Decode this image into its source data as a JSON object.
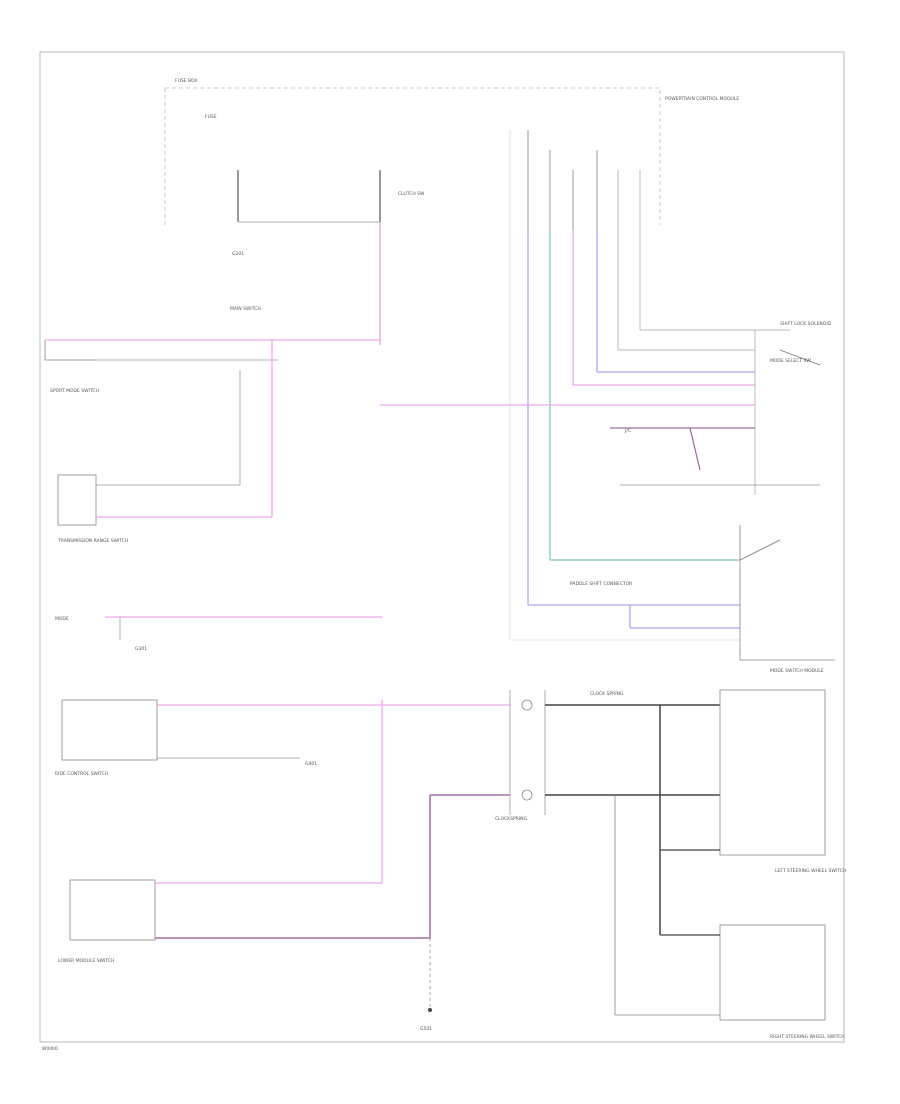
{
  "diagram": {
    "labels": {
      "fuse_box": "FUSE BOX",
      "fuse": "FUSE",
      "ground_left": "G201",
      "clutch_switch_right": "CLUTCH SW",
      "control_module": "POWERTRAIN CONTROL MODULE",
      "shift_lock_solenoid": "SHIFT LOCK SOLENOID",
      "mode_select": "MODE SELECT SW",
      "junction": "J/C",
      "transmission_switch": "TRANSMISSION RANGE SWITCH",
      "mode_connector": "MODE",
      "mode_ground": "G301",
      "sport_mode_switch": "SPORT MODE SWITCH",
      "main_switch_top": "MAIN SWITCH",
      "paddle_shift_connector": "PADDLE SHIFT CONNECTOR",
      "mode_switch_module": "MODE SWITCH MODULE",
      "ride_control_switch": "RIDE CONTROL SWITCH",
      "ride_ground": "G401",
      "clock_spring": "CLOCK SPRING",
      "clock_spring_label": "CLOCKSPRING",
      "left_steering_switch": "LEFT STEERING WHEEL SWITCH",
      "right_steering_switch": "RIGHT STEERING WHEEL SWITCH",
      "lower_module": "LOWER MODULE SWITCH",
      "splice_ground": "G501",
      "page_id": "W0000"
    },
    "colors": {
      "pink": "#f0a8f0",
      "violet": "#b0a8f0",
      "teal": "#7fc8b8",
      "gray": "#b8b8b8",
      "dark": "#555555"
    }
  }
}
